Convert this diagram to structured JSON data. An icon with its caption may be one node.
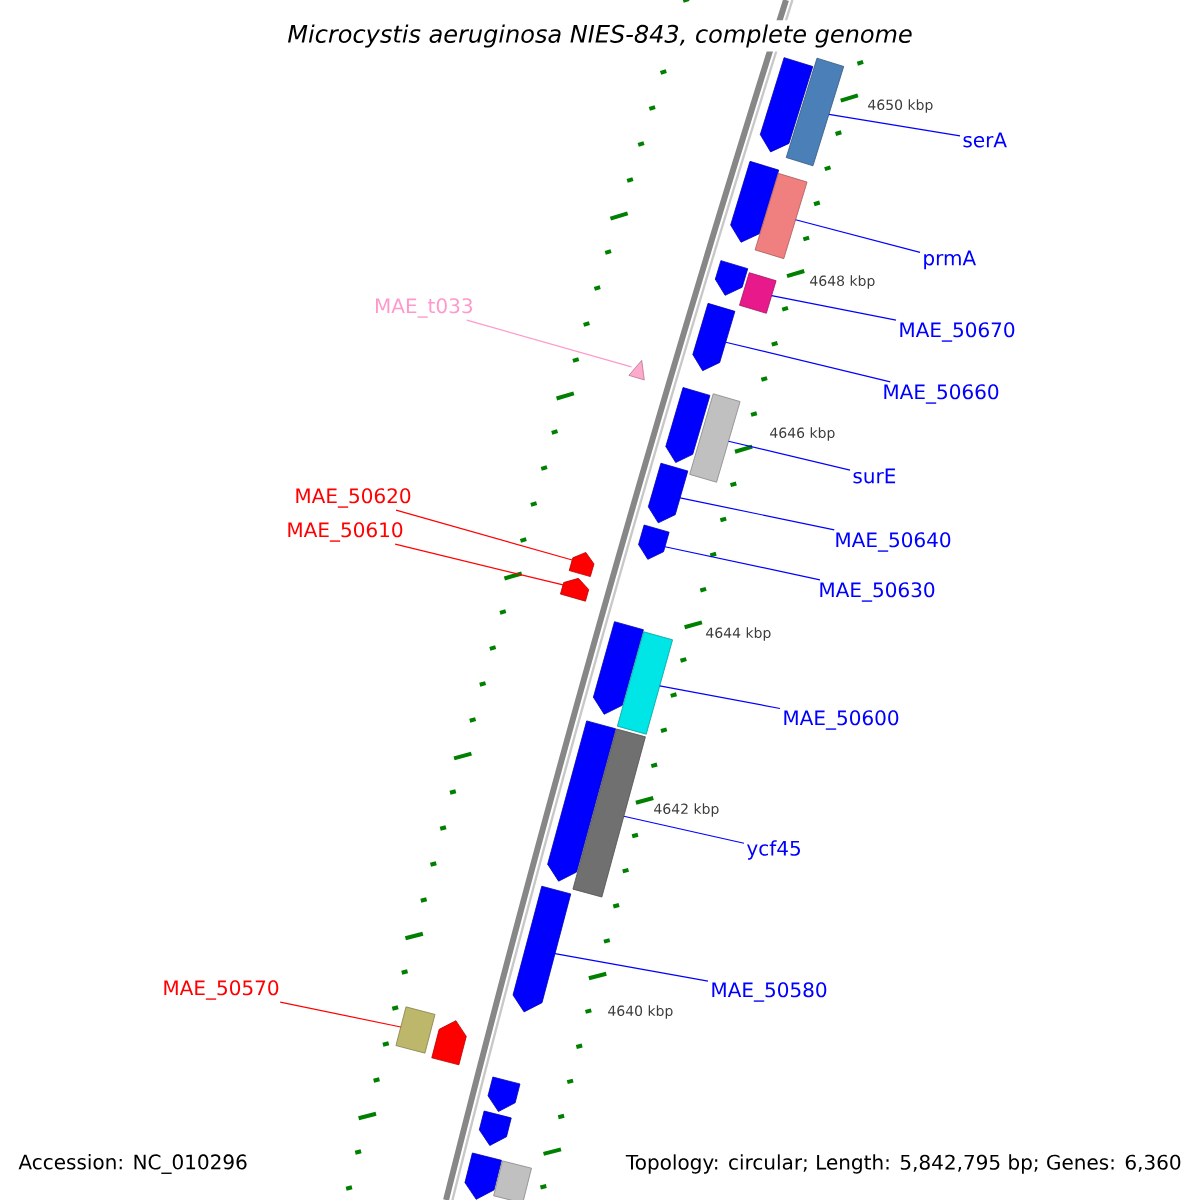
{
  "diagram": {
    "title": "Microcystis aeruginosa NIES-843, complete genome",
    "nodes": [
      {
        "text": [
          "serA"
        ]
      },
      {
        "text": [
          "prmA"
        ]
      },
      {
        "text": [
          "MAE_t033"
        ]
      },
      {
        "text": [
          "MAE_50670"
        ]
      },
      {
        "text": [
          "MAE_50660"
        ]
      },
      {
        "text": [
          "surE"
        ]
      },
      {
        "text": [
          "MAE_50620"
        ]
      },
      {
        "text": [
          "MAE_50610"
        ]
      },
      {
        "text": [
          "MAE_50640"
        ]
      },
      {
        "text": [
          "MAE_50630"
        ]
      },
      {
        "text": [
          "MAE_50600"
        ]
      },
      {
        "text": [
          "ycf45"
        ]
      },
      {
        "text": [
          "MAE_50570"
        ]
      },
      {
        "text": [
          "MAE_50580"
        ]
      },
      {
        "text": [],
        "shape": "box"
      },
      {
        "text": [],
        "shape": "box"
      },
      {
        "text": [],
        "shape": "box"
      },
      {
        "text": [],
        "shape": "box"
      },
      {
        "text": [],
        "shape": "box"
      },
      {
        "text": [],
        "shape": "box"
      },
      {
        "text": [],
        "shape": "box"
      },
      {
        "text": [],
        "shape": "triangle"
      },
      {
        "text": [],
        "shape": "box"
      },
      {
        "text": [],
        "shape": "box"
      },
      {
        "text": [],
        "shape": "box"
      },
      {
        "text": [],
        "shape": "box"
      },
      {
        "text": [],
        "shape": "box"
      },
      {
        "text": [],
        "shape": "box"
      },
      {
        "text": [],
        "shape": "box"
      },
      {
        "text": [],
        "shape": "box"
      },
      {
        "text": [],
        "shape": "box"
      },
      {
        "text": [],
        "shape": "box"
      },
      {
        "text": [],
        "shape": "box"
      },
      {
        "text": [],
        "shape": "box"
      },
      {
        "text": [],
        "shape": "box"
      },
      {
        "text": [],
        "shape": "box"
      },
      {
        "text": [],
        "shape": "box"
      },
      {
        "text": [],
        "shape": "box"
      },
      {
        "text": [],
        "shape": "box"
      }
    ],
    "edges": [
      {
        "from": 0,
        "to": 15,
        "arrow": "none"
      },
      {
        "from": 1,
        "to": 17,
        "arrow": "none"
      },
      {
        "from": 2,
        "to": 21,
        "arrow": "none",
        "color": "#ff99cc"
      },
      {
        "from": 3,
        "to": 19,
        "arrow": "none"
      },
      {
        "from": 4,
        "to": 20,
        "arrow": "none"
      },
      {
        "from": 5,
        "to": 22,
        "arrow": "none"
      },
      {
        "from": 6,
        "to": 26,
        "arrow": "none",
        "color": "#ff0000"
      },
      {
        "from": 7,
        "to": 27,
        "arrow": "none",
        "color": "#ff0000"
      },
      {
        "from": 8,
        "to": 24,
        "arrow": "none"
      },
      {
        "from": 9,
        "to": 25,
        "arrow": "none"
      },
      {
        "from": 10,
        "to": 29,
        "arrow": "none"
      },
      {
        "from": 11,
        "to": 31,
        "arrow": "none"
      },
      {
        "from": 12,
        "to": 33,
        "arrow": "none",
        "color": "#ff0000"
      },
      {
        "from": 13,
        "to": 32,
        "arrow": "none"
      }
    ],
    "labels": [
      "4650 kbp",
      "4648 kbp",
      "4646 kbp",
      "4644 kbp",
      "4642 kbp",
      "4640 kbp",
      "Accession: NC_010296",
      "Topology: circular; Length: 5,842,795 bp; Genes: 6,360"
    ]
  }
}
